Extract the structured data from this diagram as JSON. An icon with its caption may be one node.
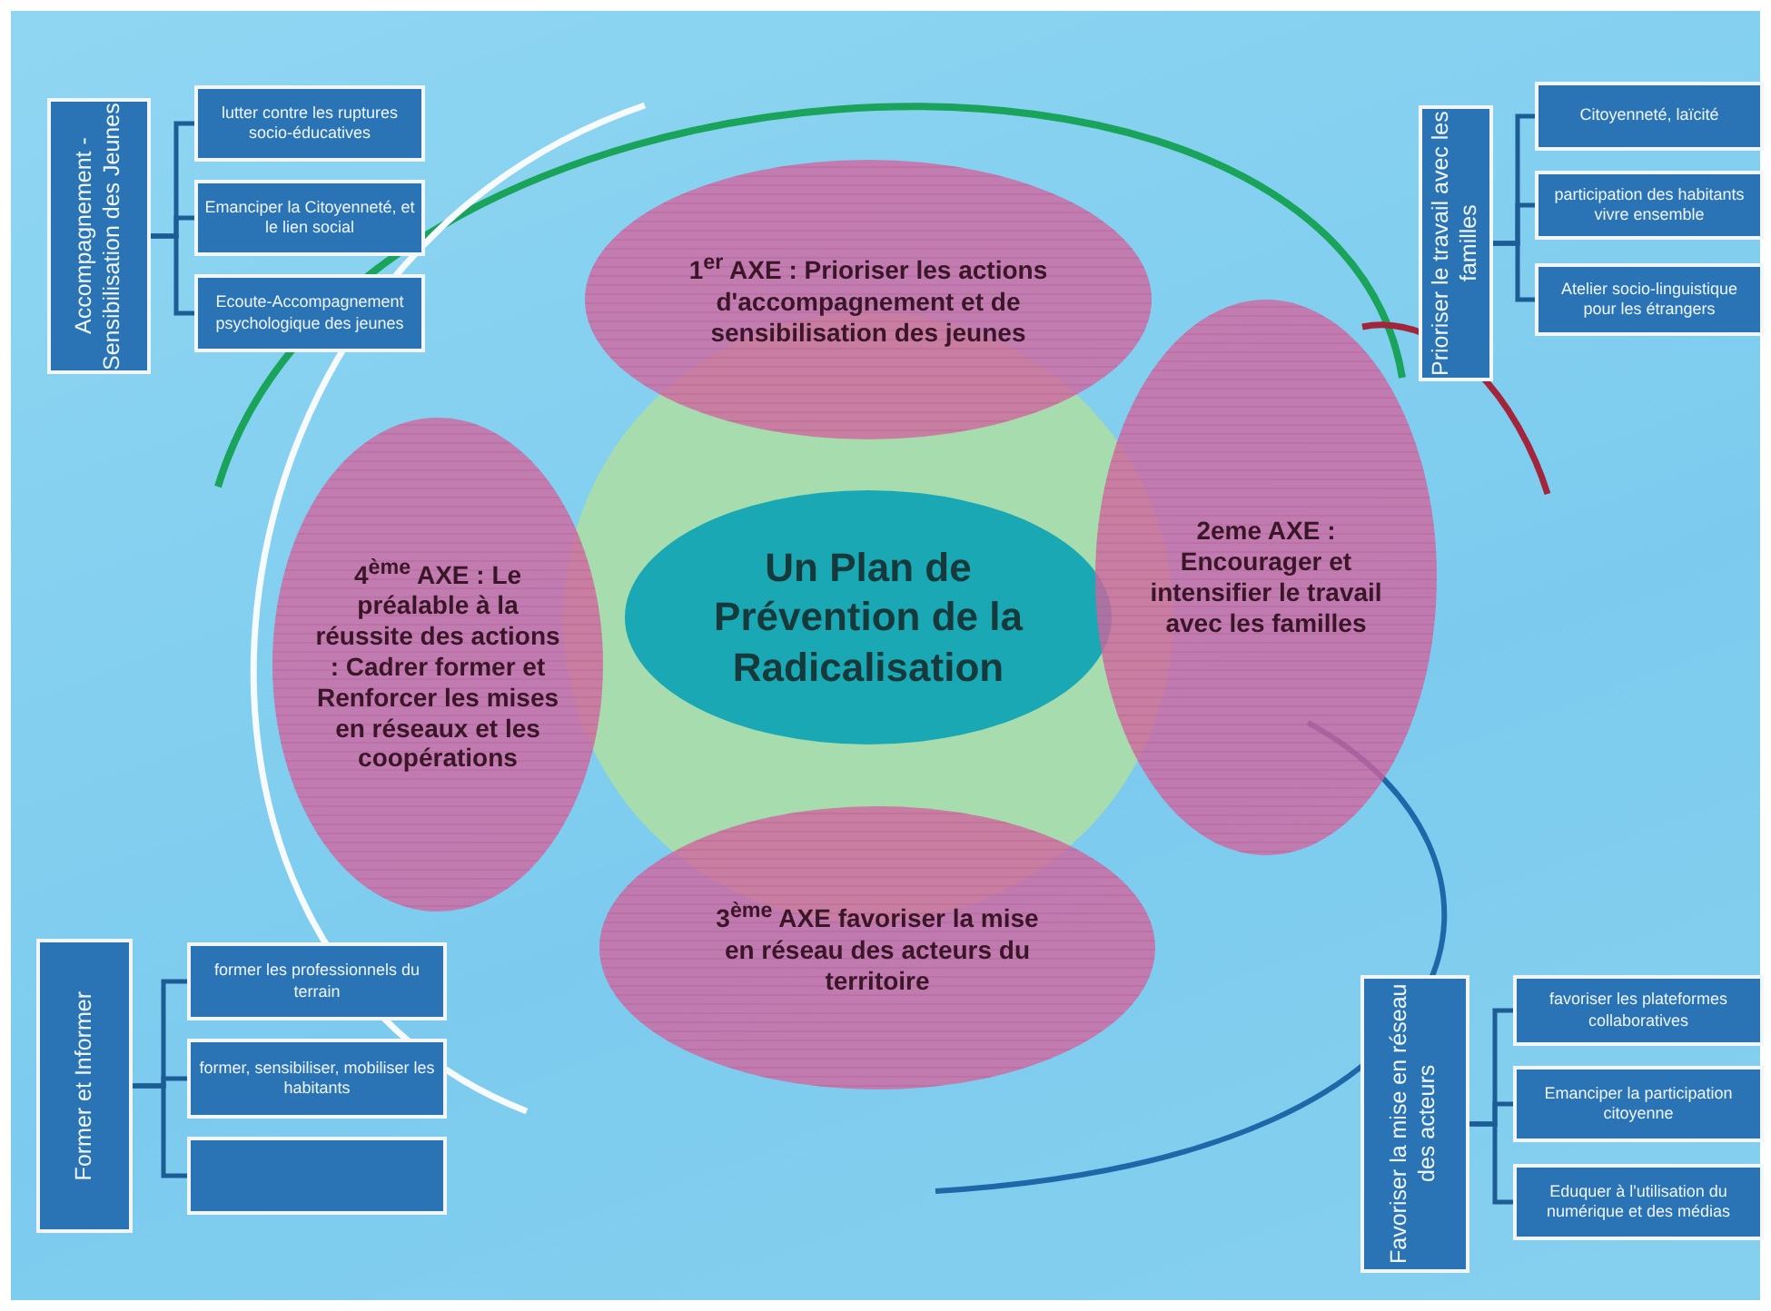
{
  "diagram": {
    "nodes": [
      {
        "text": [],
        "shape": "circle"
      },
      {
        "text": [
          "Un Plan de Prévention de la Radicalisation"
        ],
        "in": 0
      },
      {
        "text": [
          "1$^{er}$ AXE : Prioriser les actions d'accompagnement et de sensibilisation des jeunes"
        ]
      },
      {
        "text": [
          "2eme AXE : Encourager et intensifier le travail avec les familles"
        ]
      },
      {
        "text": [
          "3$^{ème}$ AXE favoriser la mise en réseau des acteurs du territoire"
        ]
      },
      {
        "text": [
          "4$^{ème}$ AXE : Le préalable à la réussite des actions : Cadrer former et Renforcer les mises en réseaux et les coopérations"
        ]
      },
      {
        "text": [
          "Accompagnement - Sensibilisation des Jeunes"
        ]
      },
      {
        "text": [
          "lutter contre les ruptures socio-éducatives"
        ]
      },
      {
        "text": [
          "Emanciper la Citoyenneté, et le lien social"
        ]
      },
      {
        "text": [
          "Ecoute-Accompagnement psychologique des jeunes"
        ]
      },
      {
        "text": [
          "Prioriser le travail avec les familles"
        ]
      },
      {
        "text": [
          "Citoyenneté, laïcité"
        ]
      },
      {
        "text": [
          "participation des habitants vivre ensemble"
        ]
      },
      {
        "text": [
          "Atelier socio-linguistique pour les étrangers"
        ]
      },
      {
        "text": [
          "Former et Informer"
        ]
      },
      {
        "text": [
          "former les professionnels du terrain"
        ]
      },
      {
        "text": [
          "former, sensibiliser, mobiliser les habitants"
        ]
      },
      {
        "text": [],
        "shape": "box"
      },
      {
        "text": [
          "Favoriser la mise en réseau des acteurs"
        ]
      },
      {
        "text": [
          "favoriser les plateformes collaboratives"
        ]
      },
      {
        "text": [
          "Emanciper la participation citoyenne"
        ]
      },
      {
        "text": [
          "Eduquer à l'utilisation du numérique et des médias"
        ]
      }
    ],
    "edges": [
      {
        "from": 6,
        "to": 7,
        "arrow": "none"
      },
      {
        "from": 6,
        "to": 8,
        "arrow": "none"
      },
      {
        "from": 6,
        "to": 9,
        "arrow": "none"
      },
      {
        "from": 10,
        "to": 11,
        "arrow": "none"
      },
      {
        "from": 10,
        "to": 12,
        "arrow": "none"
      },
      {
        "from": 10,
        "to": 13,
        "arrow": "none"
      },
      {
        "from": 14,
        "to": 15,
        "arrow": "none"
      },
      {
        "from": 14,
        "to": 16,
        "arrow": "none"
      },
      {
        "from": 14,
        "to": 17,
        "arrow": "none"
      },
      {
        "from": 18,
        "to": 19,
        "arrow": "none"
      },
      {
        "from": 18,
        "to": 20,
        "arrow": "none"
      },
      {
        "from": 18,
        "to": 21,
        "arrow": "none"
      }
    ]
  }
}
